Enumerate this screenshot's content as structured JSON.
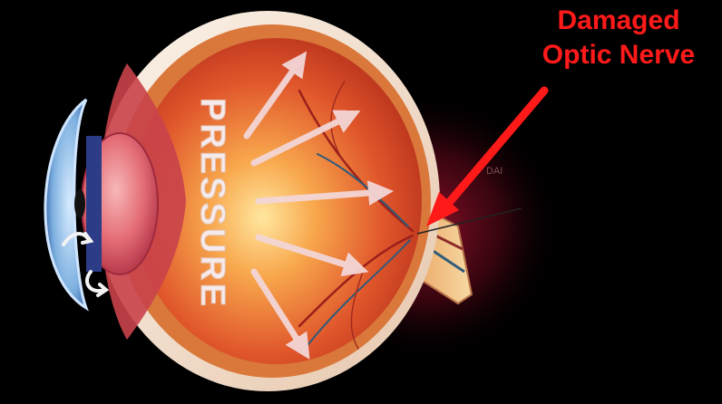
{
  "diagram": {
    "callout_line1": "Damaged",
    "callout_line2": "Optic Nerve",
    "center_word": "PRESSURE",
    "faint_label": "DAI",
    "colors": {
      "background": "#000000",
      "callout_red": "#ff1a1a",
      "arrow_fill": "#f3d6d6",
      "vitreous_center": "#ffd27a",
      "vitreous_edge": "#c93b1d",
      "sclera": "#f7e6d6",
      "optic_nerve": "#f2c98a",
      "glow": "#b0122e"
    },
    "icons": [
      "pressure-arrow-icon",
      "red-pointer-arrow-icon",
      "aqueous-flow-arrow-icon"
    ]
  }
}
